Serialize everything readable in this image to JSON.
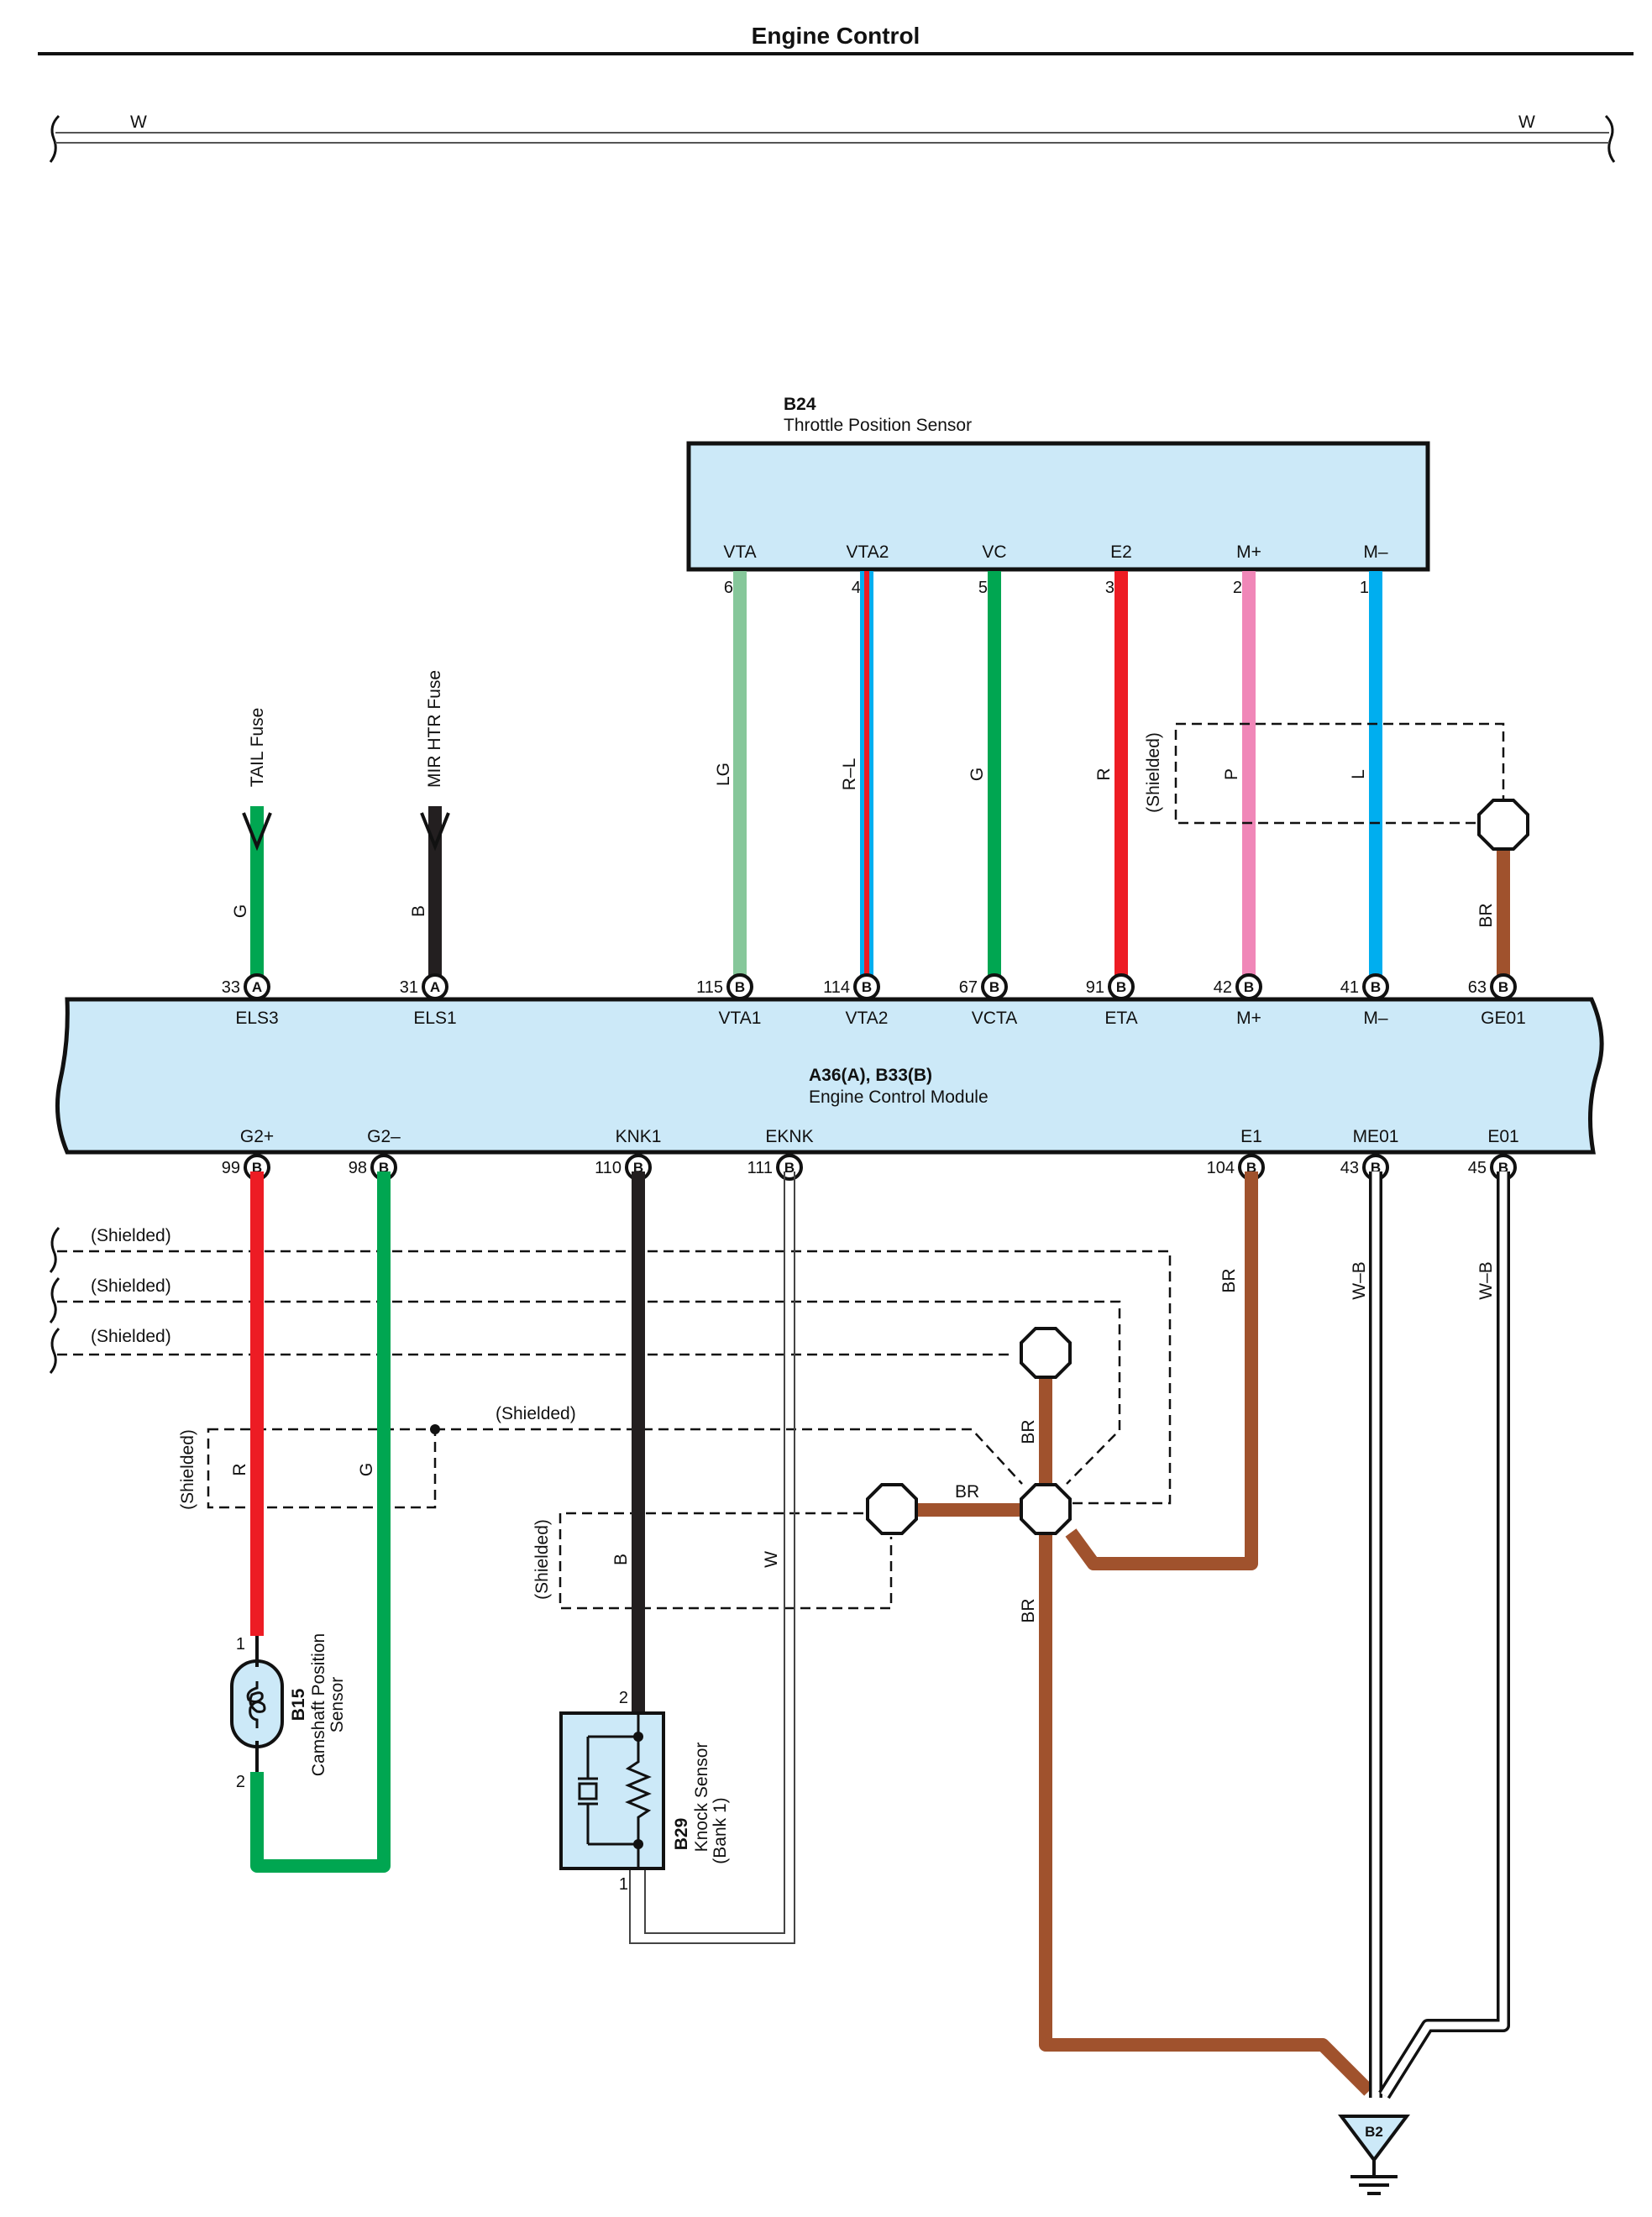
{
  "page": {
    "title": "Engine Control"
  },
  "top_bus": {
    "left_color": "W",
    "right_color": "W"
  },
  "throttle_sensor": {
    "id": "B24",
    "name": "Throttle Position Sensor",
    "terminals": [
      {
        "name": "VTA",
        "pin": "6",
        "wire": "LG"
      },
      {
        "name": "VTA2",
        "pin": "4",
        "wire": "R–L"
      },
      {
        "name": "VC",
        "pin": "5",
        "wire": "G"
      },
      {
        "name": "E2",
        "pin": "3",
        "wire": "R"
      },
      {
        "name": "M+",
        "pin": "2",
        "wire": "P"
      },
      {
        "name": "M–",
        "pin": "1",
        "wire": "L"
      }
    ],
    "shield_label": "(Shielded)",
    "shield_ground_wire": "BR"
  },
  "fuses": [
    {
      "name": "TAIL Fuse",
      "wire": "G"
    },
    {
      "name": "MIR HTR Fuse",
      "wire": "B"
    }
  ],
  "ecm": {
    "id": "A36(A), B33(B)",
    "name": "Engine Control Module",
    "top_pins": [
      {
        "pin": "33",
        "conn": "A",
        "name": "ELS3"
      },
      {
        "pin": "31",
        "conn": "A",
        "name": "ELS1"
      },
      {
        "pin": "115",
        "conn": "B",
        "name": "VTA1"
      },
      {
        "pin": "114",
        "conn": "B",
        "name": "VTA2"
      },
      {
        "pin": "67",
        "conn": "B",
        "name": "VCTA"
      },
      {
        "pin": "91",
        "conn": "B",
        "name": "ETA"
      },
      {
        "pin": "42",
        "conn": "B",
        "name": "M+"
      },
      {
        "pin": "41",
        "conn": "B",
        "name": "M–"
      },
      {
        "pin": "63",
        "conn": "B",
        "name": "GE01"
      }
    ],
    "bottom_pins": [
      {
        "pin": "99",
        "conn": "B",
        "name": "G2+"
      },
      {
        "pin": "98",
        "conn": "B",
        "name": "G2–"
      },
      {
        "pin": "110",
        "conn": "B",
        "name": "KNK1"
      },
      {
        "pin": "111",
        "conn": "B",
        "name": "EKNK"
      },
      {
        "pin": "104",
        "conn": "B",
        "name": "E1"
      },
      {
        "pin": "43",
        "conn": "B",
        "name": "ME01"
      },
      {
        "pin": "45",
        "conn": "B",
        "name": "E01"
      }
    ]
  },
  "shield_lines": [
    "(Shielded)",
    "(Shielded)",
    "(Shielded)"
  ],
  "cam_shield": {
    "label": "(Shielded)",
    "label2": "(Shielded)",
    "wire_r": "R",
    "wire_g": "G"
  },
  "knock_shield": {
    "label": "(Shielded)",
    "wire_b": "B",
    "wire_w": "W"
  },
  "cam_sensor": {
    "id": "B15",
    "name_line1": "Camshaft Position",
    "name_line2": "Sensor",
    "pin1": "1",
    "pin2": "2"
  },
  "knock_sensor": {
    "id": "B29",
    "name_line1": "Knock Sensor",
    "name_line2": "(Bank 1)",
    "pin1": "1",
    "pin2": "2"
  },
  "wires": {
    "br1": "BR",
    "br2": "BR",
    "br3": "BR",
    "br4": "BR",
    "wb1": "W–B",
    "wb2": "W–B"
  },
  "ground": {
    "id": "B2"
  },
  "colors": {
    "LG": "#86c79a",
    "G": "#00a651",
    "R": "#ed1c24",
    "B": "#231f20",
    "P": "#f087b8",
    "L": "#00aeef",
    "BR": "#a0522d",
    "box": "#cce9f8"
  }
}
